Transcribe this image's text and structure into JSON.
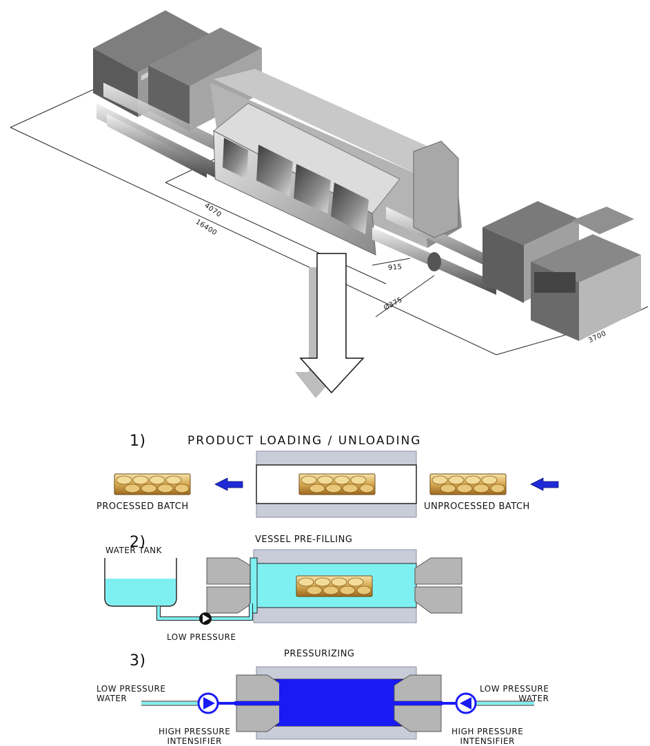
{
  "machine": {
    "dimensions": [
      "4070",
      "16400",
      "915",
      "Ø375",
      "3700"
    ]
  },
  "steps": [
    {
      "number": "1)",
      "title": "PRODUCT LOADING / UNLOADING",
      "labels": {
        "left": "PROCESSED BATCH",
        "right": "UNPROCESSED BATCH"
      }
    },
    {
      "number": "2)",
      "title": "VESSEL PRE-FILLING",
      "labels": {
        "tank": "WATER TANK",
        "pump": "LOW PRESSURE"
      }
    },
    {
      "number": "3)",
      "title": "PRESSURIZING",
      "labels": {
        "left_water": "LOW PRESSURE\nWATER",
        "right_water": "LOW PRESSURE\nWATER",
        "left_intensifier": "HIGH PRESSURE\nINTENSIFIER",
        "right_intensifier": "HIGH PRESSURE\nINTENSIFIER"
      }
    }
  ],
  "colors": {
    "vessel_gray": "#c9ccd9",
    "water_light": "#7ff0f2",
    "water_high": "#1a1af5",
    "arrow_blue": "#1f2bd6",
    "plug_gray": "#b5b5b5",
    "batch_gold": "#d9b060"
  }
}
